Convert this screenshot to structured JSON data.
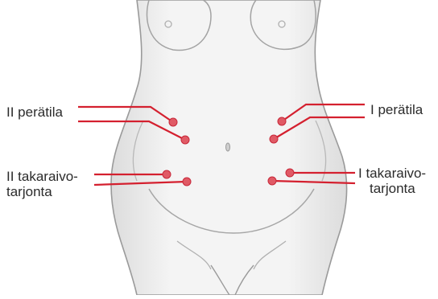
{
  "labels": {
    "left_breech": "II perätila",
    "left_vertex_1": "II takaraivo-",
    "left_vertex_2": "tarjonta",
    "right_breech": "I perätila",
    "right_vertex_1": "I takaraivo-",
    "right_vertex_2": "tarjonta"
  },
  "colors": {
    "leader_line": "#d4202f",
    "marker_fill": "#e05a65",
    "outline": "#9a9a9a",
    "skin_shading": "#e6e6e6",
    "text": "#2b2b2b"
  }
}
